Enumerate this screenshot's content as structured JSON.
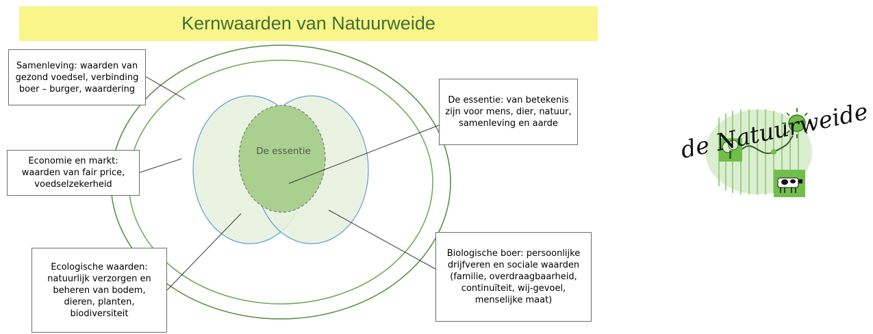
{
  "title": "Kernwaarden van Natuurweide",
  "core_label": "De essentie",
  "boxes": {
    "samenleving": "Samenleving: waarden van gezond voedsel, verbinding boer – burger, waardering",
    "economie": "Economie en markt: waarden van fair price, voedselzekerheid",
    "ecologie": "Ecologische waarden: natuurlijk verzorgen en beheren van bodem, dieren, planten, biodiversiteit",
    "essentie": "De essentie: van betekenis zijn voor mens, dier, natuur, samenleving en aarde",
    "boer": "Biologische boer: persoonlijke drijfveren en sociale waarden (familie, overdraagbaarheid, continuïteit, wij-gevoel, menselijke maat)"
  },
  "logo": {
    "text": "de Natuurweide"
  },
  "colors": {
    "title_bg": "#f8f58a",
    "title_text": "#3f6f33",
    "ring": "#4f8a3a",
    "petal_fill": "#e6f1dd",
    "petal_stroke": "#5b9bd5",
    "core_fill": "#a9d08e"
  }
}
